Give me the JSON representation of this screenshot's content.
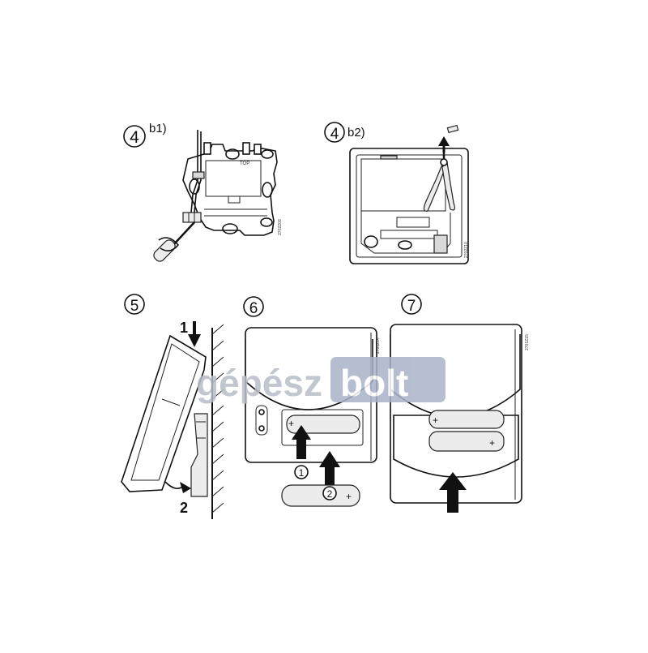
{
  "steps": [
    {
      "number": "4",
      "suffix": "b1)",
      "code": "2702Z03"
    },
    {
      "number": "4",
      "suffix": "b2)",
      "code": "2702Z10"
    },
    {
      "number": "5",
      "labels": [
        "1",
        "2"
      ]
    },
    {
      "number": "6",
      "code": "2701Z14",
      "battery_marks": [
        "1",
        "2"
      ],
      "polarity": "+"
    },
    {
      "number": "7",
      "code": "2701Z15",
      "polarity": "+"
    }
  ],
  "plate_label": "TOP",
  "watermark": {
    "part1": "gépész",
    "part2": "bolt",
    "part2_bg": "#a9b3c9"
  }
}
